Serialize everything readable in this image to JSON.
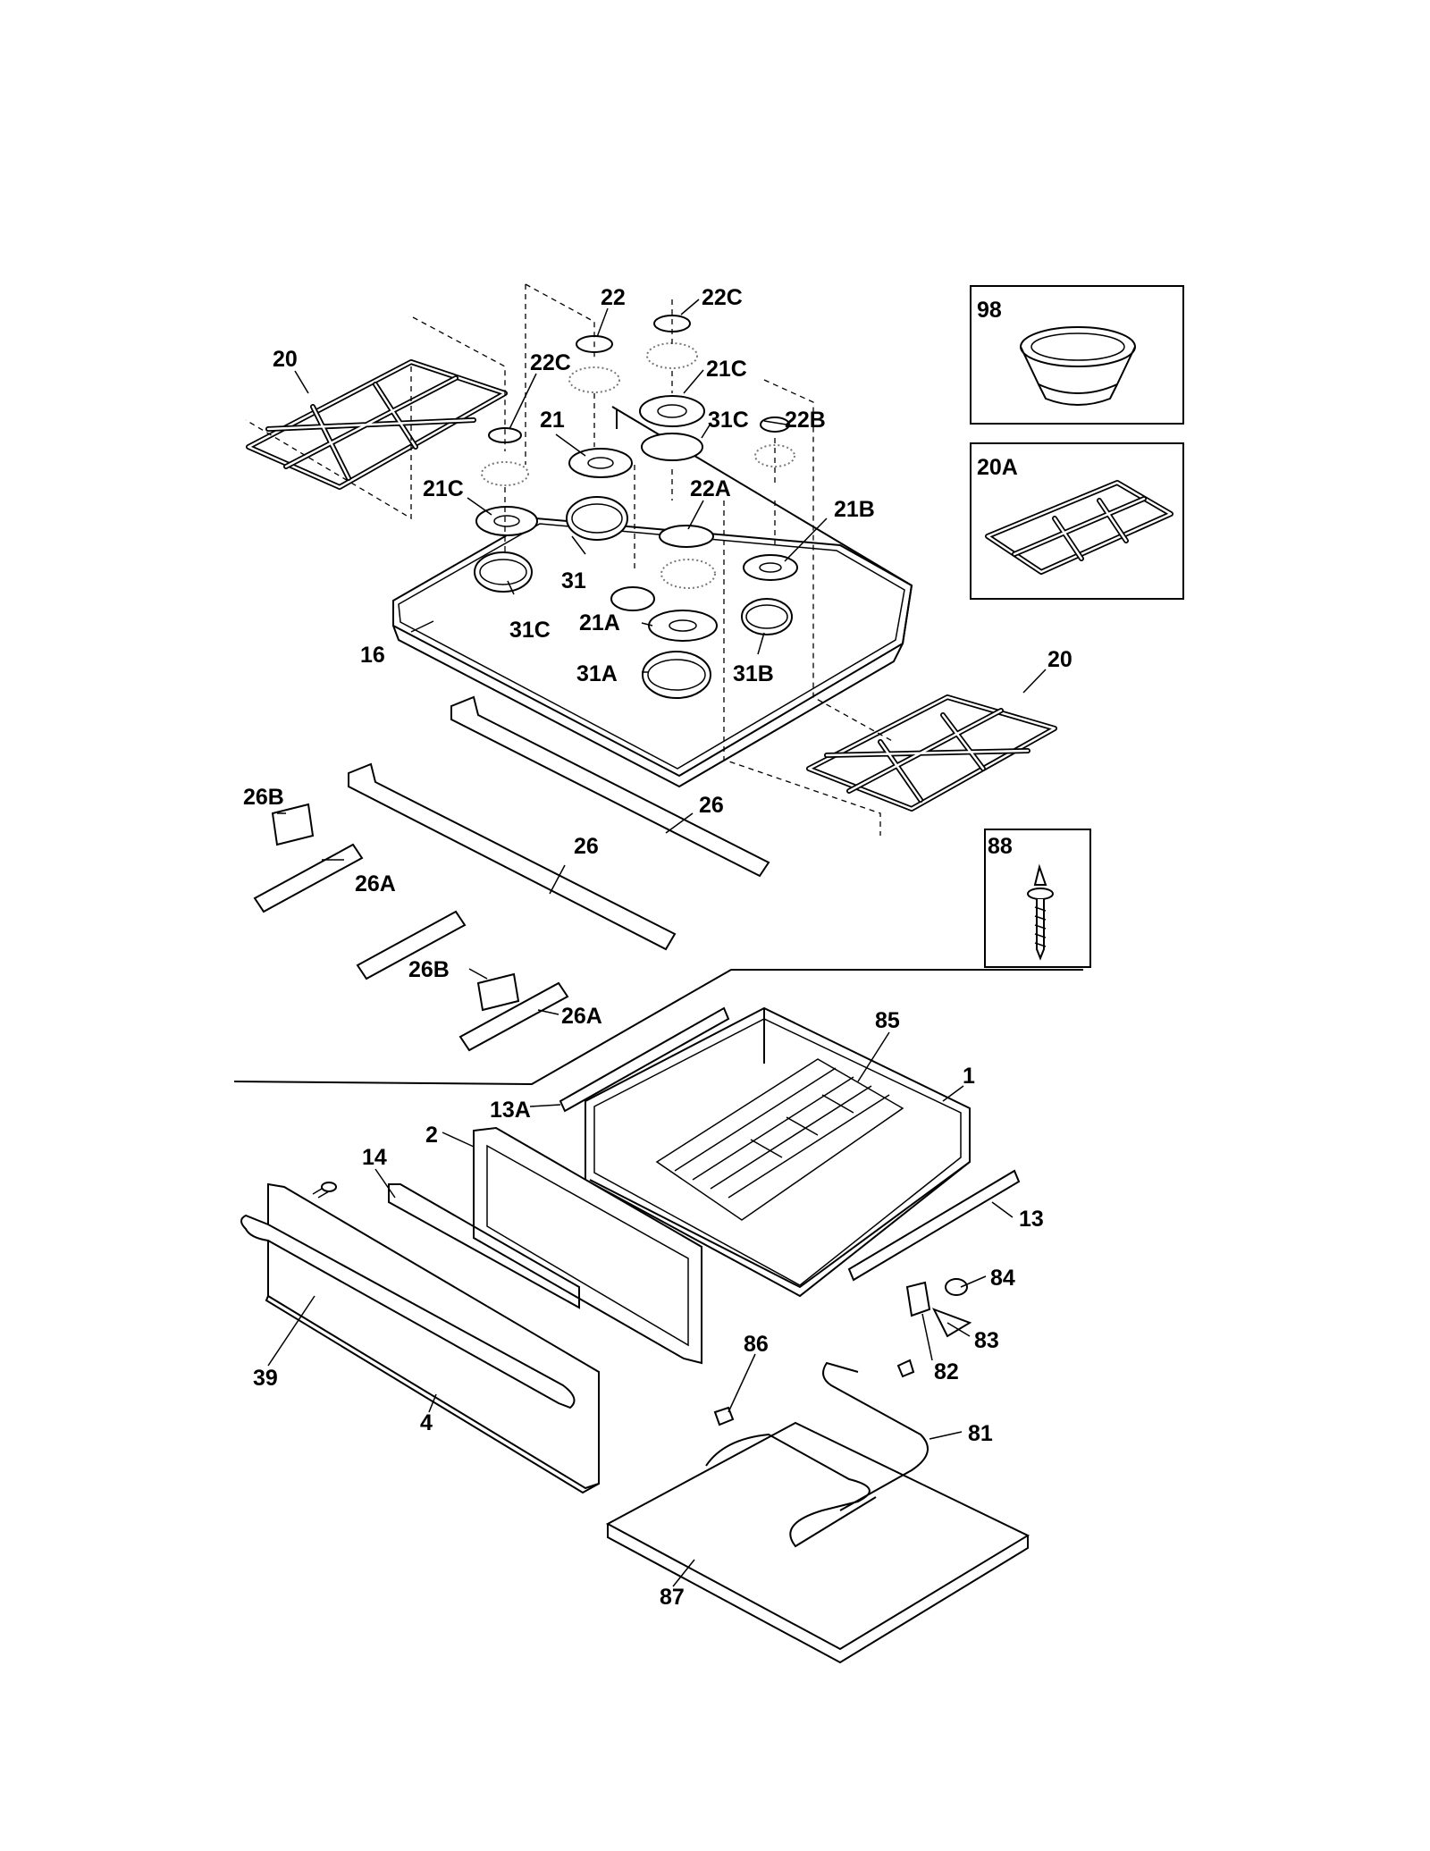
{
  "labels": {
    "p22_top": "22",
    "p22c_top": "22C",
    "p20_left": "20",
    "p22c_left": "22C",
    "p21c_right": "21C",
    "p21": "21",
    "p31c_top": "31C",
    "p22b": "22B",
    "p21c_left": "21C",
    "p22a": "22A",
    "p21b": "21B",
    "p31": "31",
    "p31c_left": "31C",
    "p21a": "21A",
    "p16": "16",
    "p31a": "31A",
    "p31b": "31B",
    "p20_right": "20",
    "p98": "98",
    "p20a": "20A",
    "p88": "88",
    "p26b_top": "26B",
    "p26_right": "26",
    "p26_left": "26",
    "p26a_top": "26A",
    "p26b_bottom": "26B",
    "p26a_bottom": "26A",
    "p85": "85",
    "p1": "1",
    "p13a": "13A",
    "p2": "2",
    "p14": "14",
    "p13": "13",
    "p84": "84",
    "p83": "83",
    "p86": "86",
    "p82": "82",
    "p39": "39",
    "p81": "81",
    "p4": "4",
    "p87": "87"
  }
}
